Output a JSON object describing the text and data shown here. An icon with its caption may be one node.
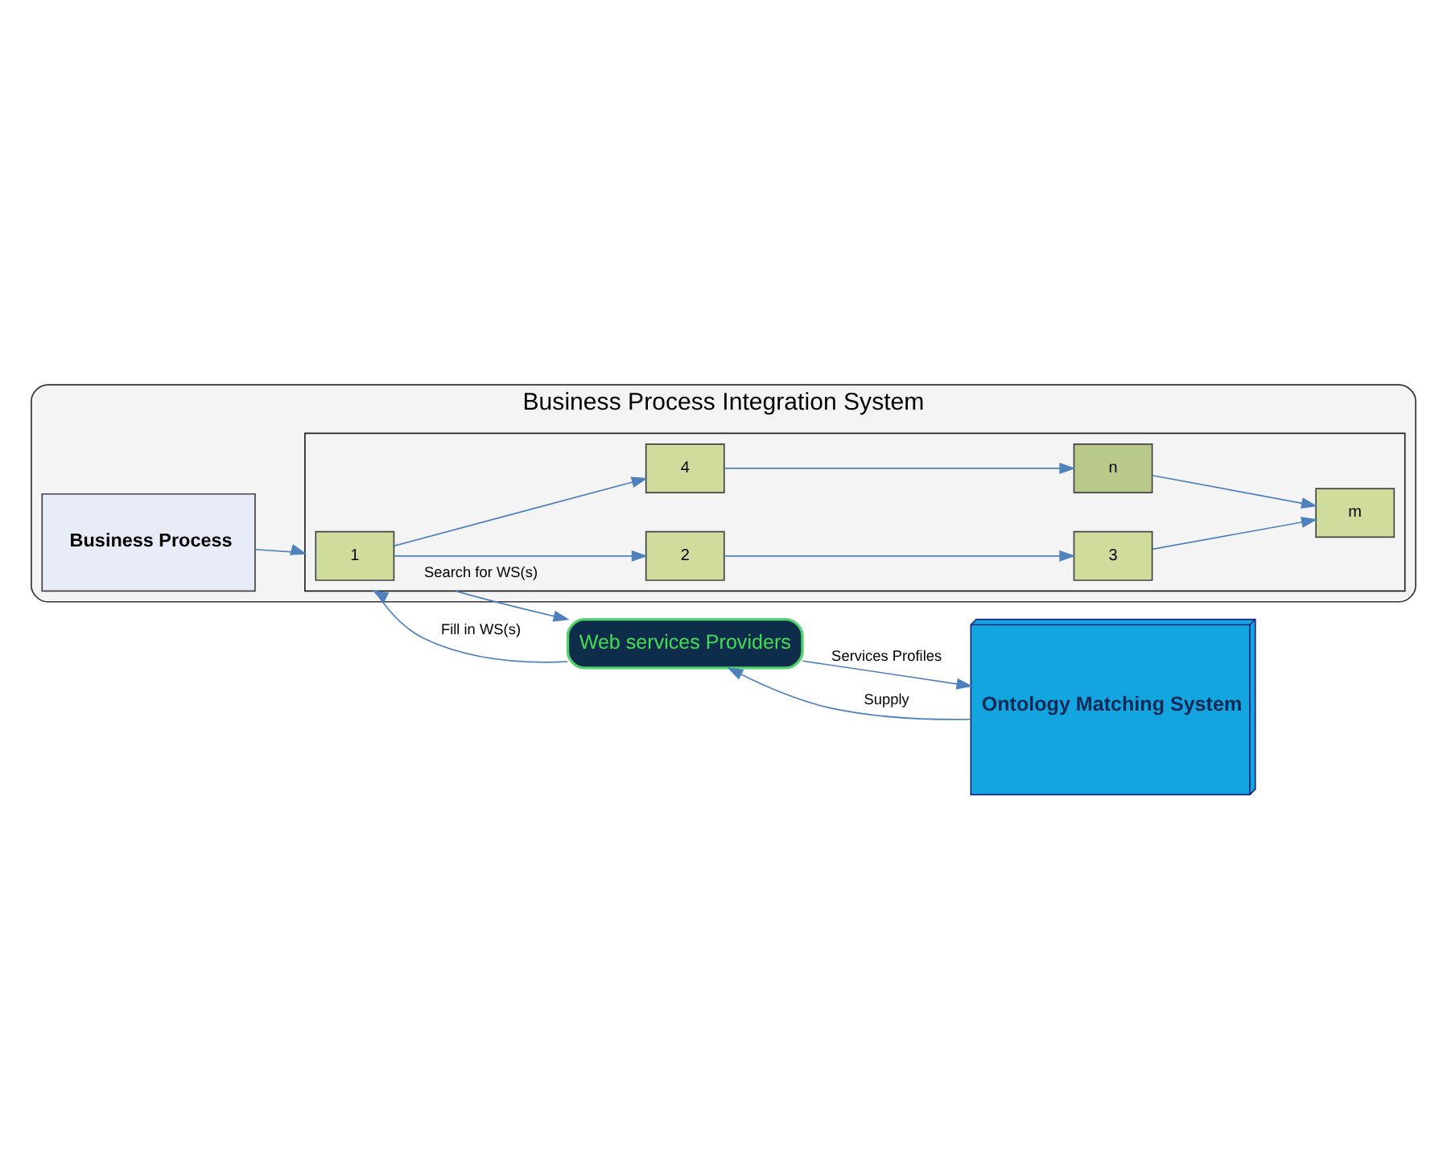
{
  "diagram": {
    "nodes": [
      {
        "text": [
          "Business Process Integration System"
        ]
      },
      {
        "text": [
          "Business Process"
        ],
        "in": 0
      },
      {
        "text": [],
        "shape": "box",
        "in": 0
      },
      {
        "text": [
          "1"
        ],
        "in": 2
      },
      {
        "text": [
          "2"
        ],
        "in": 2
      },
      {
        "text": [
          "3"
        ],
        "in": 2
      },
      {
        "text": [
          "4"
        ],
        "in": 2
      },
      {
        "text": [
          "n"
        ],
        "in": 2
      },
      {
        "text": [
          "m"
        ],
        "in": 2
      },
      {
        "text": [
          "Web services Providers"
        ]
      },
      {
        "text": [
          "Ontology Matching System"
        ]
      }
    ],
    "edges": [
      {
        "from": 1,
        "to": 2,
        "arrow": "to"
      },
      {
        "from": 3,
        "to": 4,
        "arrow": "to"
      },
      {
        "from": 3,
        "to": 6,
        "arrow": "to"
      },
      {
        "from": 4,
        "to": 5,
        "arrow": "to"
      },
      {
        "from": 6,
        "to": 7,
        "arrow": "to"
      },
      {
        "from": 5,
        "to": 8,
        "arrow": "to"
      },
      {
        "from": 7,
        "to": 8,
        "arrow": "to"
      },
      {
        "from": 2,
        "to": 9,
        "arrow": "to",
        "label": "Search for WS(s)"
      },
      {
        "from": 9,
        "to": 2,
        "arrow": "to",
        "label": "Fill in WS(s)"
      },
      {
        "from": 10,
        "to": 9,
        "arrow": "to",
        "label": "Supply"
      },
      {
        "from": 9,
        "to": 10,
        "arrow": "to",
        "label": "Services Profiles"
      }
    ]
  }
}
